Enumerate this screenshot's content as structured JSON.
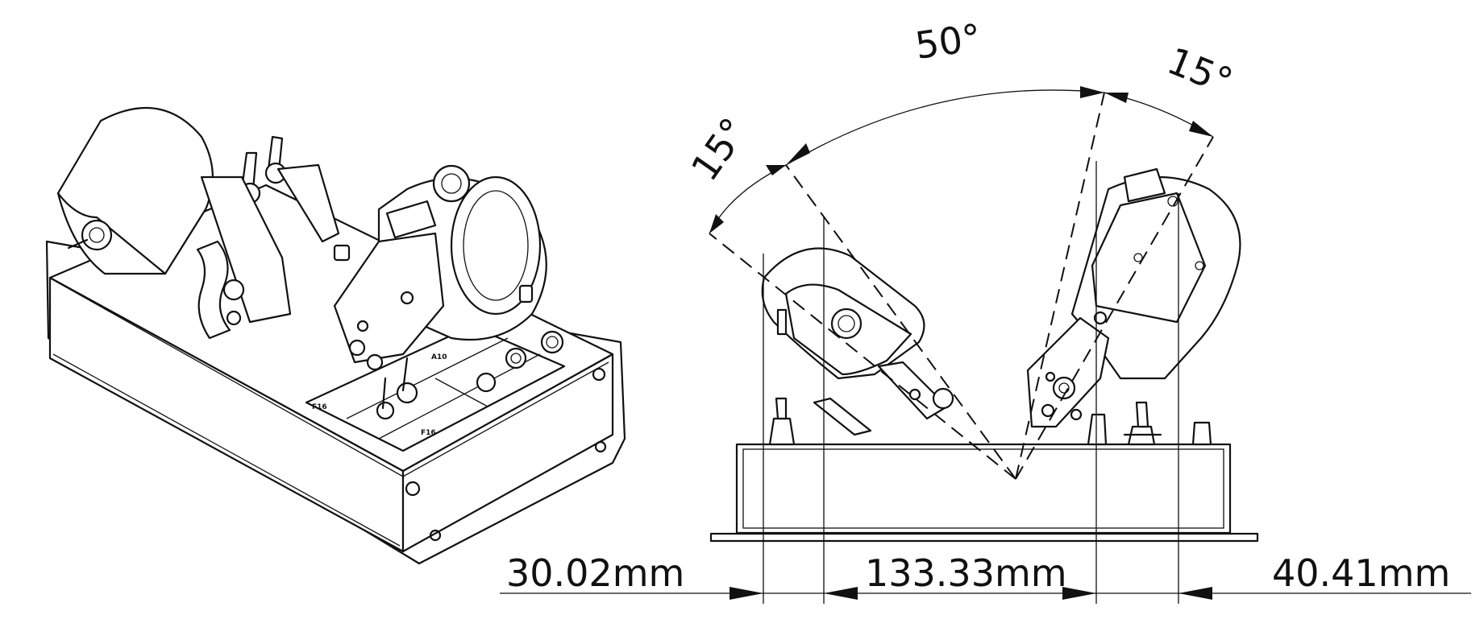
{
  "angles": {
    "left_tilt": "15°",
    "main_travel": "50°",
    "right_tilt": "15°"
  },
  "dimensions": {
    "left_offset": "30.02mm",
    "center_span": "133.33mm",
    "right_offset": "40.41mm"
  },
  "panel_labels": {
    "aircraft_a10": "A10",
    "aircraft_f16": "F16",
    "aircraft_f16_lower": "F16"
  }
}
